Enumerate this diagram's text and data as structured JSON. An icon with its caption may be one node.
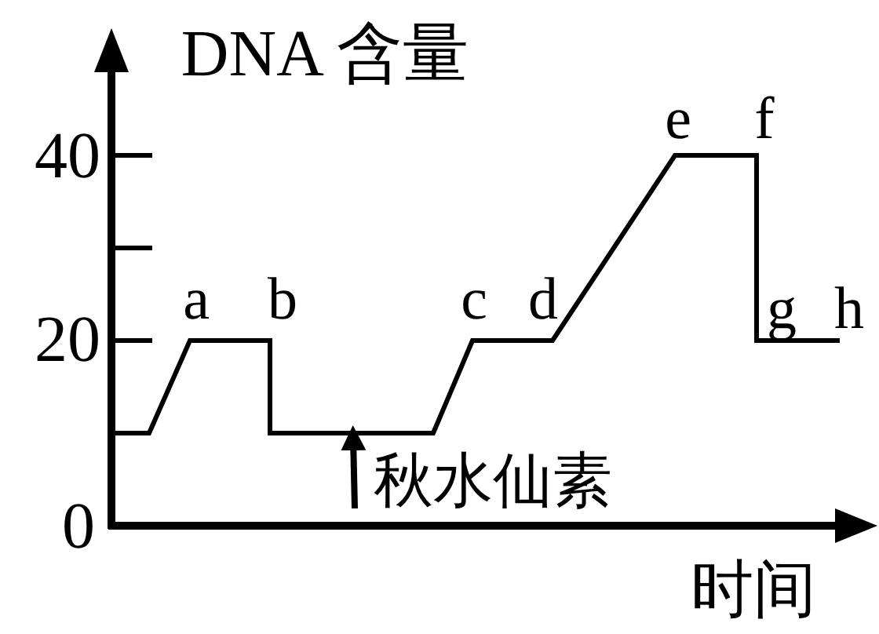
{
  "diagram": {
    "nodes": [
      {
        "text": [
          "秋水仙素"
        ]
      },
      {
        "text": [],
        "shape": "line"
      }
    ],
    "edges": [
      {
        "from": 0,
        "to": 1,
        "arrow": "to"
      }
    ],
    "labels": [
      "DNA 含量",
      "40",
      "e",
      "f",
      "a",
      "b",
      "c",
      "d",
      "20",
      "g",
      "h",
      "0",
      "时间"
    ]
  }
}
